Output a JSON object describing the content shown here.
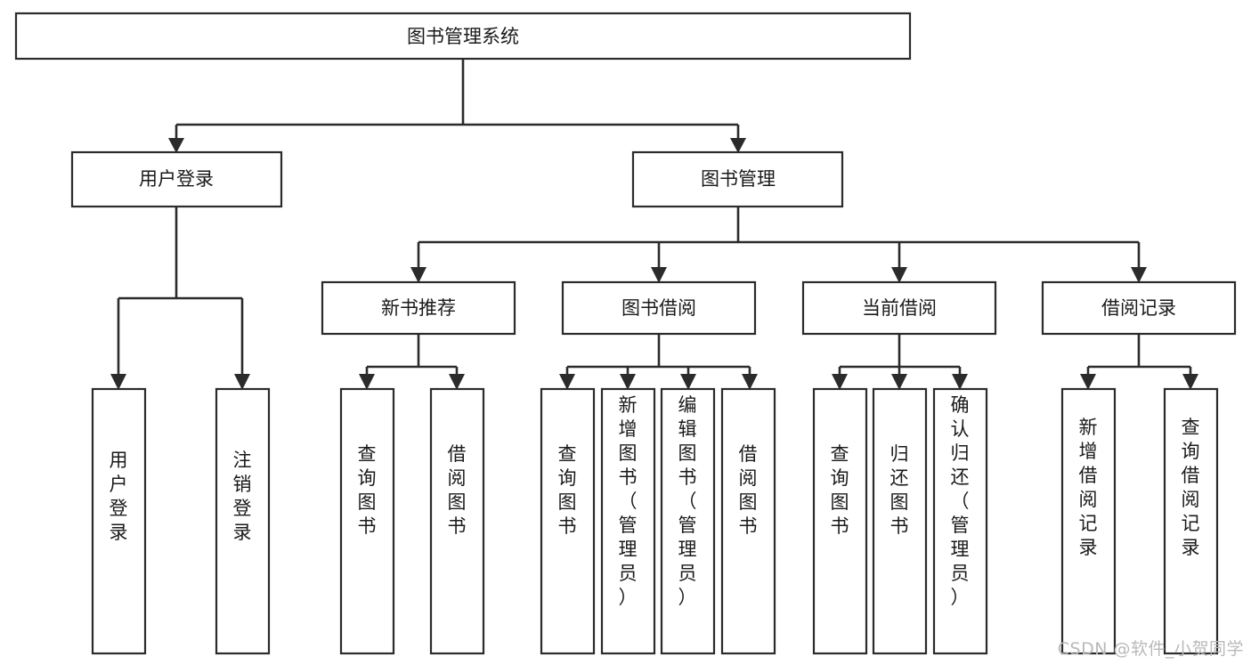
{
  "diagram": {
    "type": "tree",
    "title": "图书管理系统",
    "watermark": "CSDN @软件_小贺同学",
    "root": {
      "id": "root",
      "label": "图书管理系统"
    },
    "level2": [
      {
        "id": "user-login",
        "label": "用户登录"
      },
      {
        "id": "book-manage",
        "label": "图书管理"
      }
    ],
    "level3": [
      {
        "id": "new-book-rec",
        "label": "新书推荐",
        "parent": "book-manage"
      },
      {
        "id": "book-borrow",
        "label": "图书借阅",
        "parent": "book-manage"
      },
      {
        "id": "current-borrow",
        "label": "当前借阅",
        "parent": "book-manage"
      },
      {
        "id": "borrow-record",
        "label": "借阅记录",
        "parent": "book-manage"
      }
    ],
    "leaves": [
      {
        "id": "leaf-1",
        "label": "用户登录",
        "parent": "user-login"
      },
      {
        "id": "leaf-2",
        "label": "注销登录",
        "parent": "user-login"
      },
      {
        "id": "leaf-3",
        "label": "查询图书",
        "parent": "new-book-rec"
      },
      {
        "id": "leaf-4",
        "label": "借阅图书",
        "parent": "new-book-rec"
      },
      {
        "id": "leaf-5",
        "label": "查询图书",
        "parent": "book-borrow"
      },
      {
        "id": "leaf-6",
        "label": "新增图书（管理员）",
        "parent": "book-borrow"
      },
      {
        "id": "leaf-7",
        "label": "编辑图书（管理员）",
        "parent": "book-borrow"
      },
      {
        "id": "leaf-8",
        "label": "借阅图书",
        "parent": "book-borrow"
      },
      {
        "id": "leaf-9",
        "label": "查询图书",
        "parent": "current-borrow"
      },
      {
        "id": "leaf-10",
        "label": "归还图书",
        "parent": "current-borrow"
      },
      {
        "id": "leaf-11",
        "label": "确认归还（管理员）",
        "parent": "current-borrow"
      },
      {
        "id": "leaf-12",
        "label": "新增借阅记录",
        "parent": "borrow-record"
      },
      {
        "id": "leaf-13",
        "label": "查询借阅记录",
        "parent": "borrow-record"
      }
    ],
    "colors": {
      "stroke": "#2b2b2b",
      "fill": "#ffffff",
      "text": "#1a1a1a",
      "watermark": "#b9b9b9"
    }
  }
}
